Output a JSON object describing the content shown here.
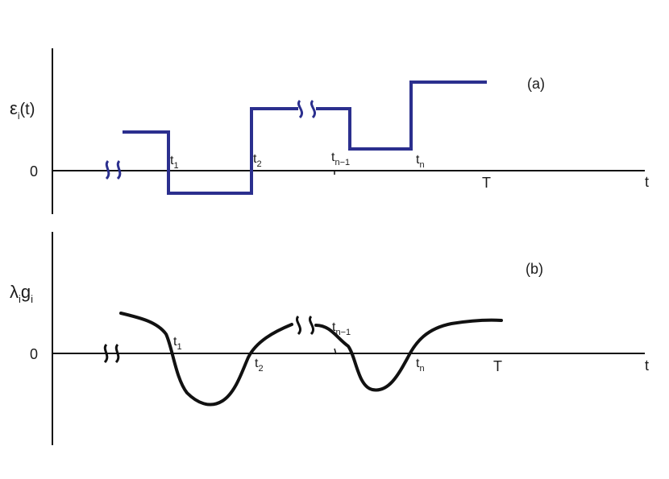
{
  "panel_a": {
    "tag": "(a)",
    "y_label": {
      "base": "ε",
      "sub": "i",
      "suffix": "(t)"
    },
    "zero": "0",
    "x_label": "t",
    "end_label": "T",
    "times": [
      {
        "base": "t",
        "sub": "1"
      },
      {
        "base": "t",
        "sub": "2"
      },
      {
        "base": "t",
        "sub": "n−1"
      },
      {
        "base": "t",
        "sub": "n"
      }
    ],
    "curve_color": "#2b2f8e"
  },
  "panel_b": {
    "tag": "(b)",
    "y_label": {
      "base1": "λ",
      "sub1": "i",
      "base2": "g",
      "sub2": "i"
    },
    "zero": "0",
    "x_label": "t",
    "end_label": "T",
    "times": [
      {
        "base": "t",
        "sub": "1"
      },
      {
        "base": "t",
        "sub": "2"
      },
      {
        "base": "t",
        "sub": "n−1"
      },
      {
        "base": "t",
        "sub": "n"
      }
    ],
    "curve_color": "#111111"
  }
}
